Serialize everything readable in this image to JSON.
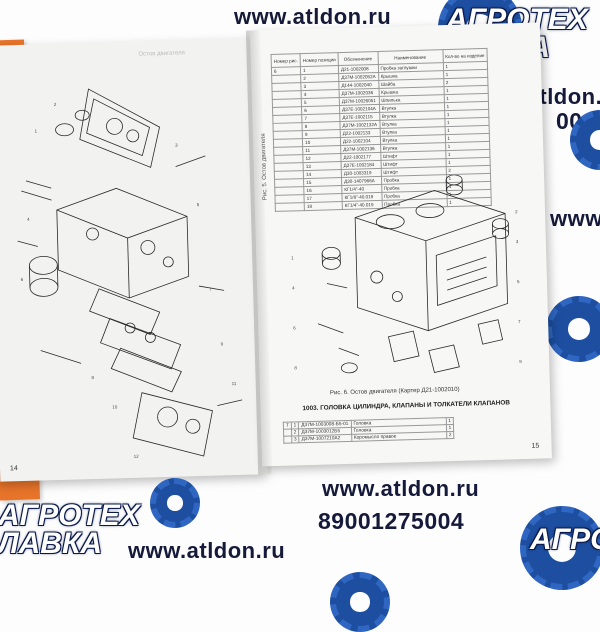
{
  "watermark": {
    "url": "www.atldon.ru",
    "phone": "89001275004",
    "phone_fragment": "004",
    "logo_line1": "АГРОТЕХ",
    "logo_line2": "ЛАВКА",
    "brand_color": "#1d4ea0",
    "text_color": "#151a3a"
  },
  "book": {
    "left_page_number": "14",
    "right_page_number": "15",
    "left_header": "Остов двигателя",
    "vertical_caption": "Рис. 5. Остов двигателя",
    "figure_caption": "Рис. 6. Остов двигателя (Картер Д21-1002010)",
    "section_title": "1003. ГОЛОВКА ЦИЛИНДРА, КЛАПАНЫ И ТОЛКАТЕЛИ КЛАПАНОВ",
    "parts_table": {
      "headers": [
        "Номер рис.",
        "Номер позиции",
        "Обозначение",
        "Наименование",
        "Кол-во на изделие"
      ],
      "figure": "6",
      "rows": [
        [
          "1",
          "Д21-1002008",
          "Пробка заглушки",
          "1"
        ],
        [
          "2",
          "Д37М-1002052А",
          "Крышка",
          "1"
        ],
        [
          "3",
          "Д144-1002040",
          "Шайба",
          "2"
        ],
        [
          "4",
          "Д37М-1002036",
          "Крышка",
          "1"
        ],
        [
          "5",
          "Д37М-10026051",
          "Шпилька",
          "1"
        ],
        [
          "6",
          "Д37Е-1002104А",
          "Втулка",
          "1"
        ],
        [
          "7",
          "Д37Е-1002115",
          "Втулка",
          "1"
        ],
        [
          "8",
          "Д37М-1002132А",
          "Втулка",
          "1"
        ],
        [
          "9",
          "Д22-1002133",
          "Втулка",
          "1"
        ],
        [
          "10",
          "Д22-1002104",
          "Втулка",
          "1"
        ],
        [
          "11",
          "Д37М-1002136",
          "Втулка",
          "1"
        ],
        [
          "12",
          "Д22-1002177",
          "Штифт",
          "1"
        ],
        [
          "13",
          "Д37Е-1002184",
          "Штифт",
          "1"
        ],
        [
          "14",
          "Д30-1003319",
          "Штифт",
          "2"
        ],
        [
          "15",
          "Д30-1407966А",
          "Пробка",
          "1"
        ],
        [
          "16",
          "КГ1/4\"-40",
          "Пробка",
          "1"
        ],
        [
          "17",
          "КГ1/8\"-40.019",
          "Пробка",
          "1"
        ],
        [
          "18",
          "КГ1/4\"-40.019",
          "Пробка",
          "1"
        ]
      ]
    },
    "parts_table_2": {
      "figure": "7",
      "rows": [
        [
          "1",
          "Д37М-1003008-Б5-01",
          "Головка",
          "1"
        ],
        [
          "2",
          "Д37М-1003012Б5",
          "Головка",
          "1"
        ],
        [
          "3",
          "Д37М-1007210А2",
          "Коромысло правое",
          "2"
        ]
      ]
    }
  }
}
